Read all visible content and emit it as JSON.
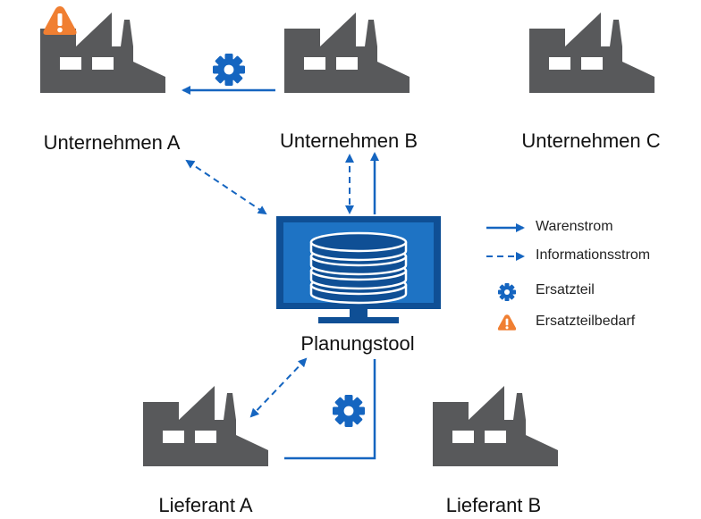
{
  "colors": {
    "factory": "#58595b",
    "accent_blue": "#1565c0",
    "warning_orange": "#f07f32",
    "monitor_screen": "#1e73c4",
    "monitor_bezel": "#0f4f95"
  },
  "nodes": {
    "company_a": "Unternehmen A",
    "company_b": "Unternehmen B",
    "company_c": "Unternehmen C",
    "planning_tool": "Planungstool",
    "supplier_a": "Lieferant A",
    "supplier_b": "Lieferant B"
  },
  "legend": {
    "goods_flow": "Warenstrom",
    "information_flow": "Informationsstrom",
    "spare_part": "Ersatzteil",
    "spare_part_demand": "Ersatzteilbedarf"
  },
  "icons": {
    "factory": "factory-icon",
    "spare_part": "gear-icon",
    "spare_part_demand": "warning-icon",
    "planning_tool": "monitor-database-icon"
  }
}
